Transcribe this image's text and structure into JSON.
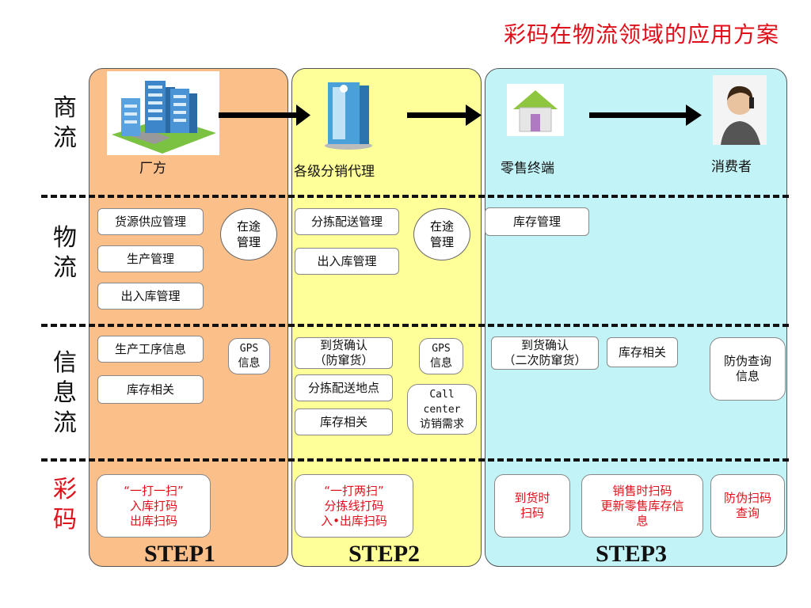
{
  "title": "彩码在物流领域的应用方案",
  "rows": [
    "商流",
    "物流",
    "信息流",
    "彩码"
  ],
  "entities": {
    "factory": "厂方",
    "agent": "各级分销代理",
    "retail": "零售终端",
    "consumer": "消费者"
  },
  "logistics": {
    "c1": [
      "货源供应管理",
      "生产管理",
      "出入库管理"
    ],
    "c1_circle": [
      "在途",
      "管理"
    ],
    "c2": [
      "分拣配送管理",
      "出入库管理"
    ],
    "c2_circle": [
      "在途",
      "管理"
    ],
    "c3": [
      "库存管理"
    ]
  },
  "info": {
    "c1": [
      "生产工序信息",
      "库存相关"
    ],
    "c1_circle": [
      "GPS",
      "信息"
    ],
    "c2_box1": [
      "到货确认",
      "（防窜货）"
    ],
    "c2_box2": "分拣配送地点",
    "c2_box3": "库存相关",
    "c2_circle": [
      "GPS",
      "信息"
    ],
    "c2_call": [
      "Call",
      "center",
      "访销需求"
    ],
    "c3_box1": [
      "到货确认",
      "（二次防窜货）"
    ],
    "c3_box2": "库存相关",
    "c3_box3": [
      "防伪查询",
      "信息"
    ]
  },
  "codes": {
    "c1": [
      "“一打一扫”",
      "入库打码",
      "出库扫码"
    ],
    "c2": [
      "“一打两扫”",
      "分拣线打码",
      "入•出库扫码"
    ],
    "c3a": [
      "到货时",
      "扫码"
    ],
    "c3b": [
      "销售时扫码",
      "更新零售库存信",
      "息"
    ],
    "c3c": [
      "防伪扫码",
      "查询"
    ]
  },
  "steps": [
    "STEP1",
    "STEP2",
    "STEP3"
  ],
  "colors": {
    "title": "#e0101a",
    "col1": "#fbbf8a",
    "col2": "#ffff9a",
    "col3": "#c2f3f7"
  }
}
